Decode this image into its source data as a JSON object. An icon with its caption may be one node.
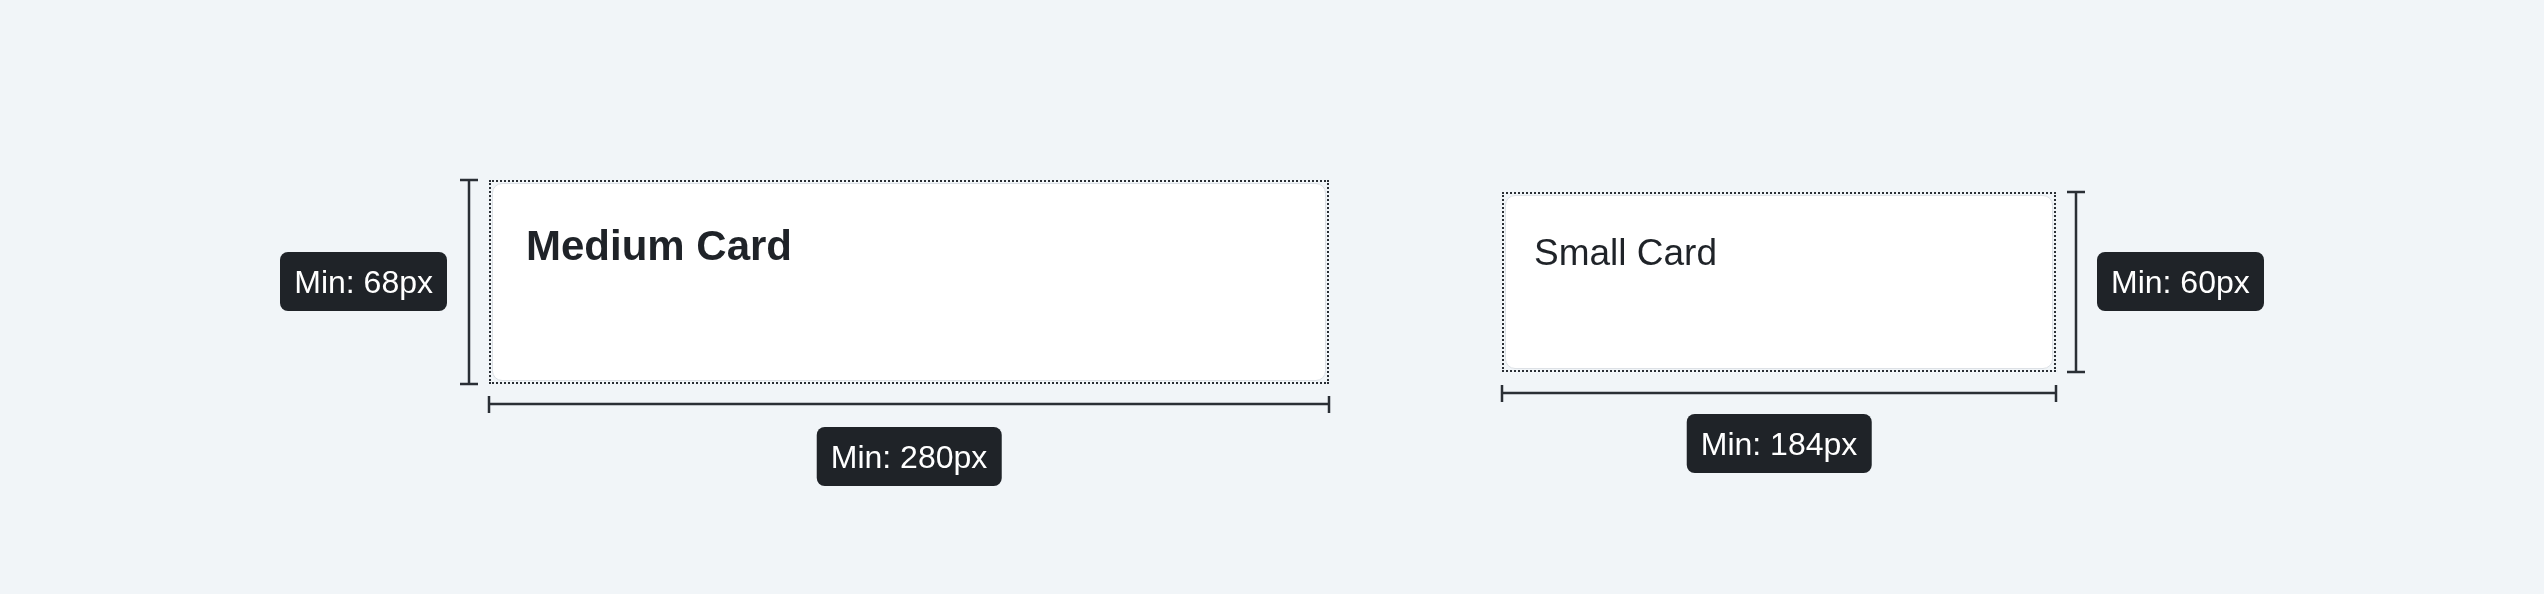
{
  "diagram": {
    "nodes": [
      {
        "text": [
          "Medium Card"
        ]
      },
      {
        "text": [
          "Small Card"
        ]
      }
    ],
    "labels": [
      "Min: 68px",
      "Min: 280px",
      "Min: 184px",
      "Min: 60px"
    ]
  }
}
